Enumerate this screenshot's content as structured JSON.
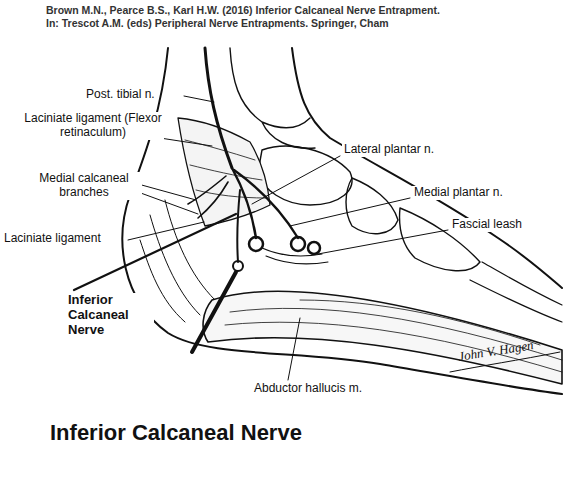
{
  "diagram": {
    "title": "Inferior Calcaneal Nerve",
    "caption": "Brown M.N., Pearce B.S., Karl H.W. (2016) Inferior Calcaneal Nerve Entrapment. In: Trescot A.M. (eds) Peripheral Nerve Entrapments. Springer, Cham",
    "labels": [
      "Post. tibial n.",
      "Laciniate ligament (Flexor retinaculum)",
      "Medial calcaneal branches",
      "Laciniate ligament",
      "Inferior Calcaneal Nerve",
      "Lateral plantar n.",
      "Medial plantar n.",
      "Fascial leash",
      "Abductor hallucis m.",
      "John V. Hagen"
    ]
  }
}
